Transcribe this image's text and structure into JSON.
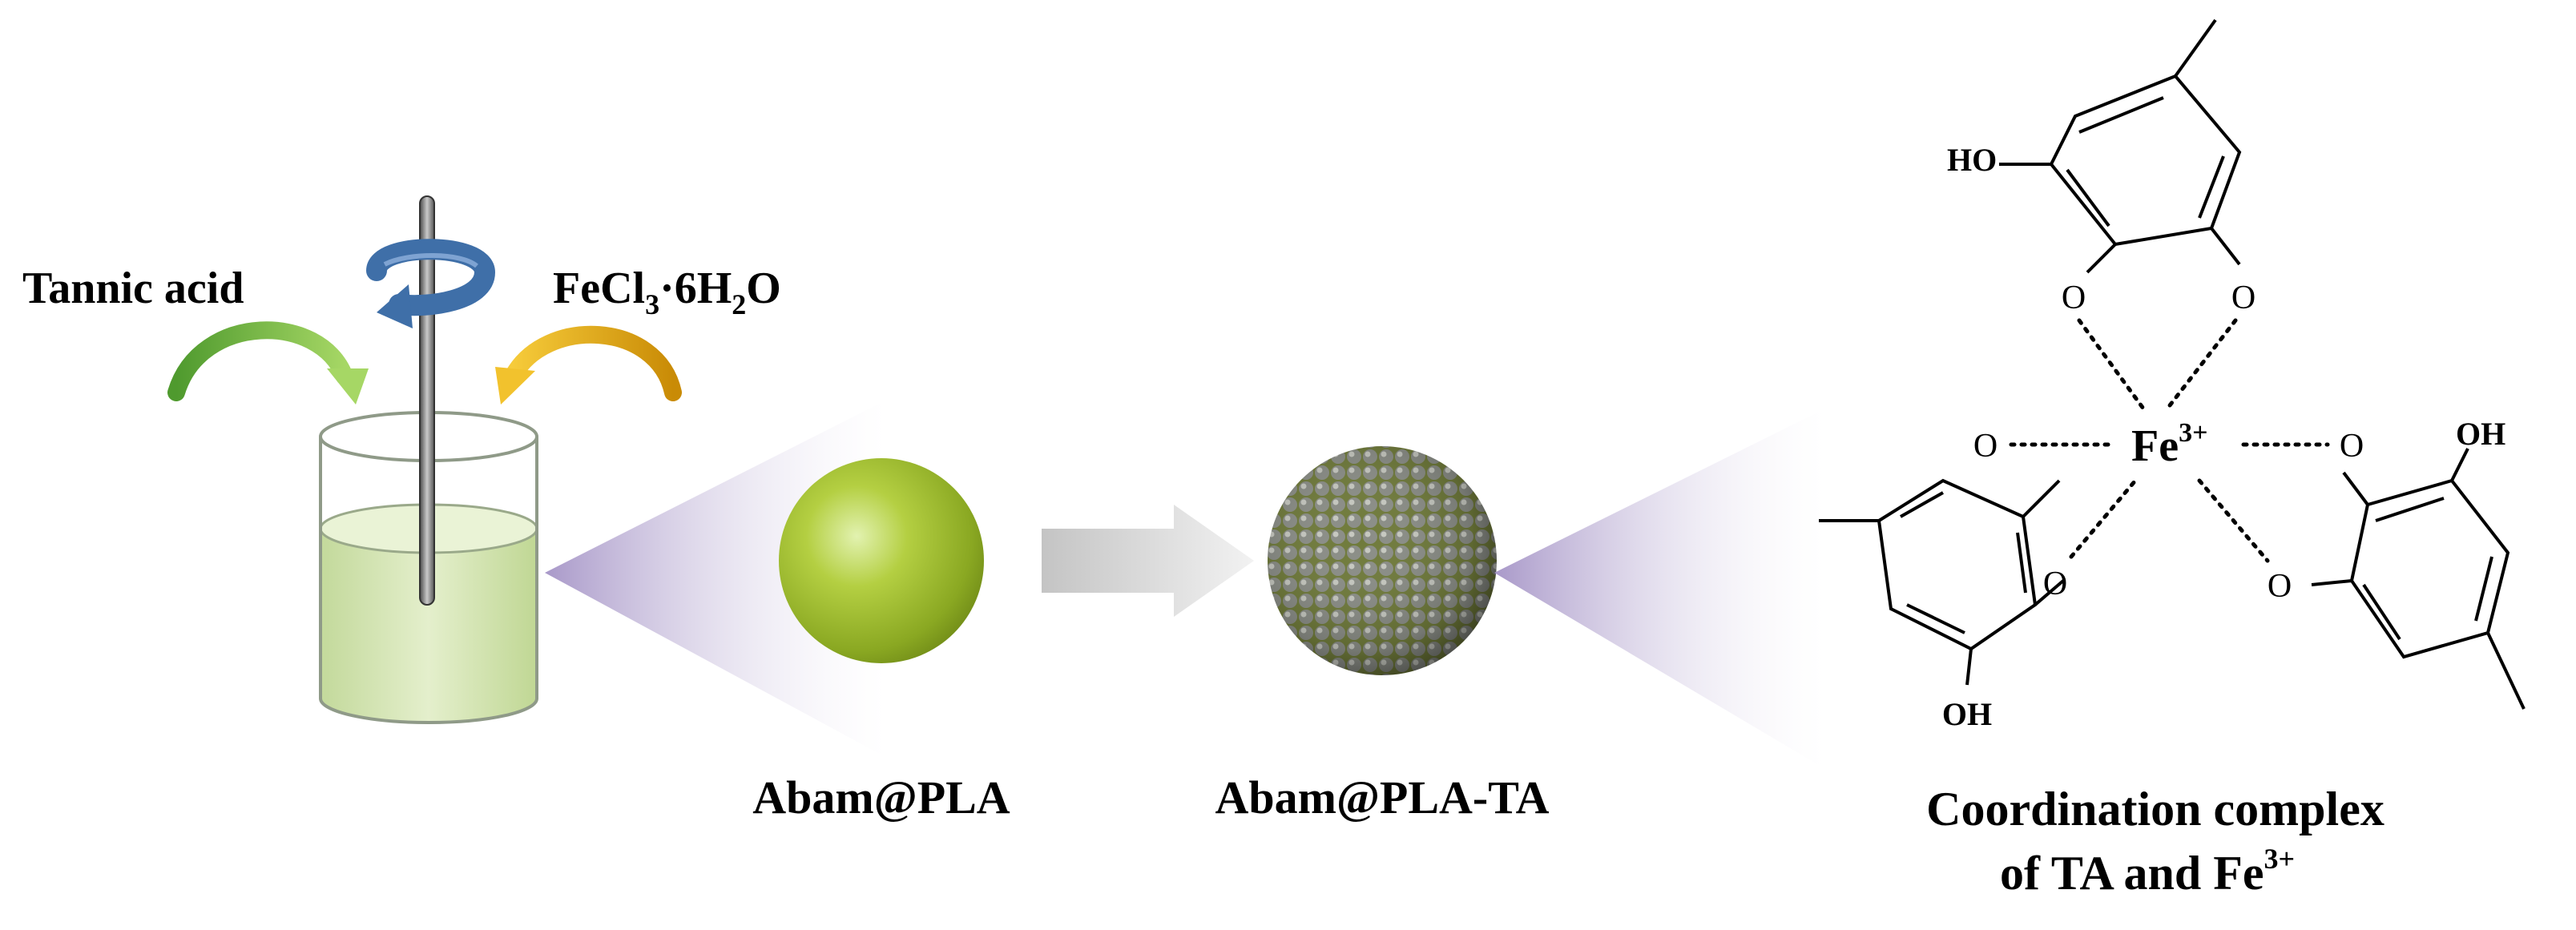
{
  "reagents": {
    "left": "Tannic acid",
    "right_main": "FeCl",
    "right_sub": "3",
    "right_mid": "·6H",
    "right_sub2": "2",
    "right_end": "O"
  },
  "particles": {
    "first": "Abam@PLA",
    "second": "Abam@PLA-TA"
  },
  "structure": {
    "metal": "Fe",
    "metal_charge": "3+",
    "oxygen": "O",
    "hydroxyl_left": "HO",
    "hydroxyl_right": "OH",
    "hydroxyl_bottom": "OH"
  },
  "caption": {
    "line1": "Coordination complex",
    "line2_main": "of TA and Fe",
    "line2_sup": "3+"
  },
  "colors": {
    "green_arrow": "#6fb23a",
    "yellow_arrow": "#e8a715",
    "stir_arrow": "#3f6fa8",
    "liquid": "#d6e7b3",
    "sphere": "#9cbc2a",
    "cone": "#b7a6cf"
  }
}
